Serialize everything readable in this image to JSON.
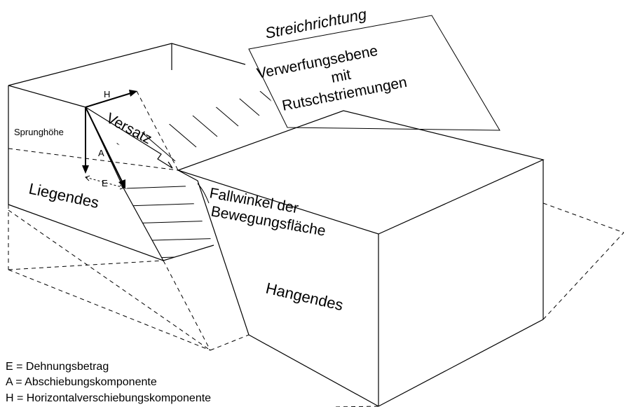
{
  "labels": {
    "streichrichtung": "Streichrichtung",
    "verwerfungsebene": "Verwerfungsebene",
    "mit": "mit",
    "rutschstriemungen": "Rutschstriemungen",
    "h": "H",
    "sprunghoehe": "Sprunghöhe",
    "versatz": "Versatz",
    "a": "A",
    "e": "E",
    "liegendes": "Liegendes",
    "fallwinkel": "Fallwinkel der",
    "bewegungsflaeche_1": "Bewegungsfläche",
    "hangendes": "Hangendes"
  },
  "legend": {
    "e": "E = Dehnungsbetrag",
    "a": "A = Abschiebungskomponente",
    "h": "H = Horizontalverschiebungskomponente"
  }
}
